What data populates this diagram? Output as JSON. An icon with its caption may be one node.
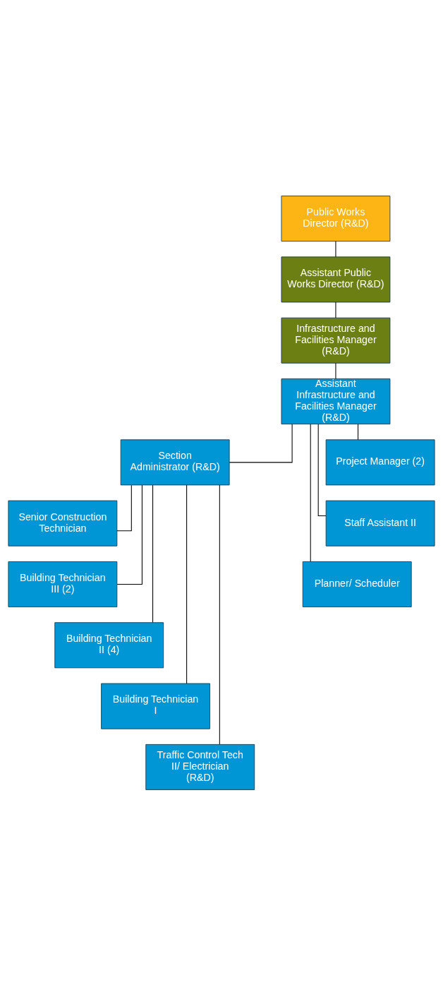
{
  "diagram": {
    "nodes": [
      {
        "text": [
          "Public Works Director (R&D)"
        ]
      },
      {
        "text": [
          "Assistant Public Works Director (R&D)"
        ]
      },
      {
        "text": [
          "Infrastructure and Facilities Manager (R&D)"
        ]
      },
      {
        "text": [
          "Assistant Infrastructure and Facilities Manager (R&D)"
        ]
      },
      {
        "text": [
          "Project Manager (2)"
        ]
      },
      {
        "text": [
          "Section Administrator (R&D)"
        ]
      },
      {
        "text": [
          "Staff Assistant II"
        ]
      },
      {
        "text": [
          "Planner/ Scheduler"
        ]
      },
      {
        "text": [
          "Senior Construction Technician"
        ]
      },
      {
        "text": [
          "Building Technician III (2)"
        ]
      },
      {
        "text": [
          "Building Technician II (4)"
        ]
      },
      {
        "text": [
          "Building Technician I"
        ]
      },
      {
        "text": [
          "Traffic Control Tech II/ Electrician (R&D)"
        ]
      }
    ],
    "edges": [
      {
        "from": 0,
        "to": 1,
        "arrow": "none"
      },
      {
        "from": 1,
        "to": 2,
        "arrow": "none"
      },
      {
        "from": 2,
        "to": 3,
        "arrow": "none"
      },
      {
        "from": 3,
        "to": 4,
        "arrow": "none"
      },
      {
        "from": 3,
        "to": 5,
        "arrow": "none"
      },
      {
        "from": 3,
        "to": 6,
        "arrow": "none"
      },
      {
        "from": 3,
        "to": 7,
        "arrow": "none"
      },
      {
        "from": 5,
        "to": 8,
        "arrow": "none"
      },
      {
        "from": 5,
        "to": 9,
        "arrow": "none"
      },
      {
        "from": 5,
        "to": 10,
        "arrow": "none"
      },
      {
        "from": 5,
        "to": 11,
        "arrow": "none"
      },
      {
        "from": 5,
        "to": 12,
        "arrow": "none"
      }
    ]
  }
}
